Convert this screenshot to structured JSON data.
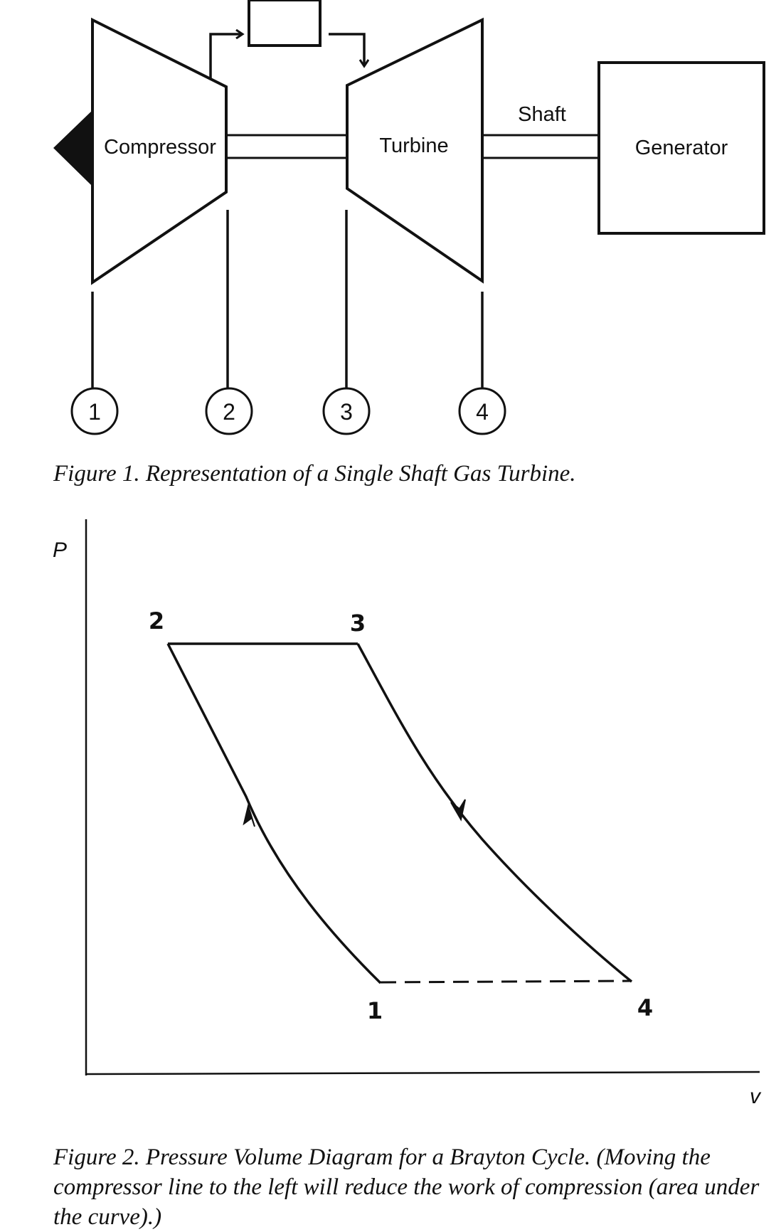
{
  "figure1": {
    "components": {
      "compressor": "Compressor",
      "turbine": "Turbine",
      "generator": "Generator",
      "shaft": "Shaft"
    },
    "stations": [
      "1",
      "2",
      "3",
      "4"
    ],
    "caption": "Figure 1. Representation of a Single Shaft Gas Turbine."
  },
  "figure2": {
    "axis_y": "P",
    "axis_x": "v",
    "points": [
      "2",
      "3",
      "1",
      "4"
    ],
    "caption": "Figure 2. Pressure Volume Diagram for a Brayton Cycle. (Moving the compressor line to the left will reduce the work of compression (area under the curve).)"
  },
  "colors": {
    "ink": "#111111",
    "background": "#ffffff"
  }
}
